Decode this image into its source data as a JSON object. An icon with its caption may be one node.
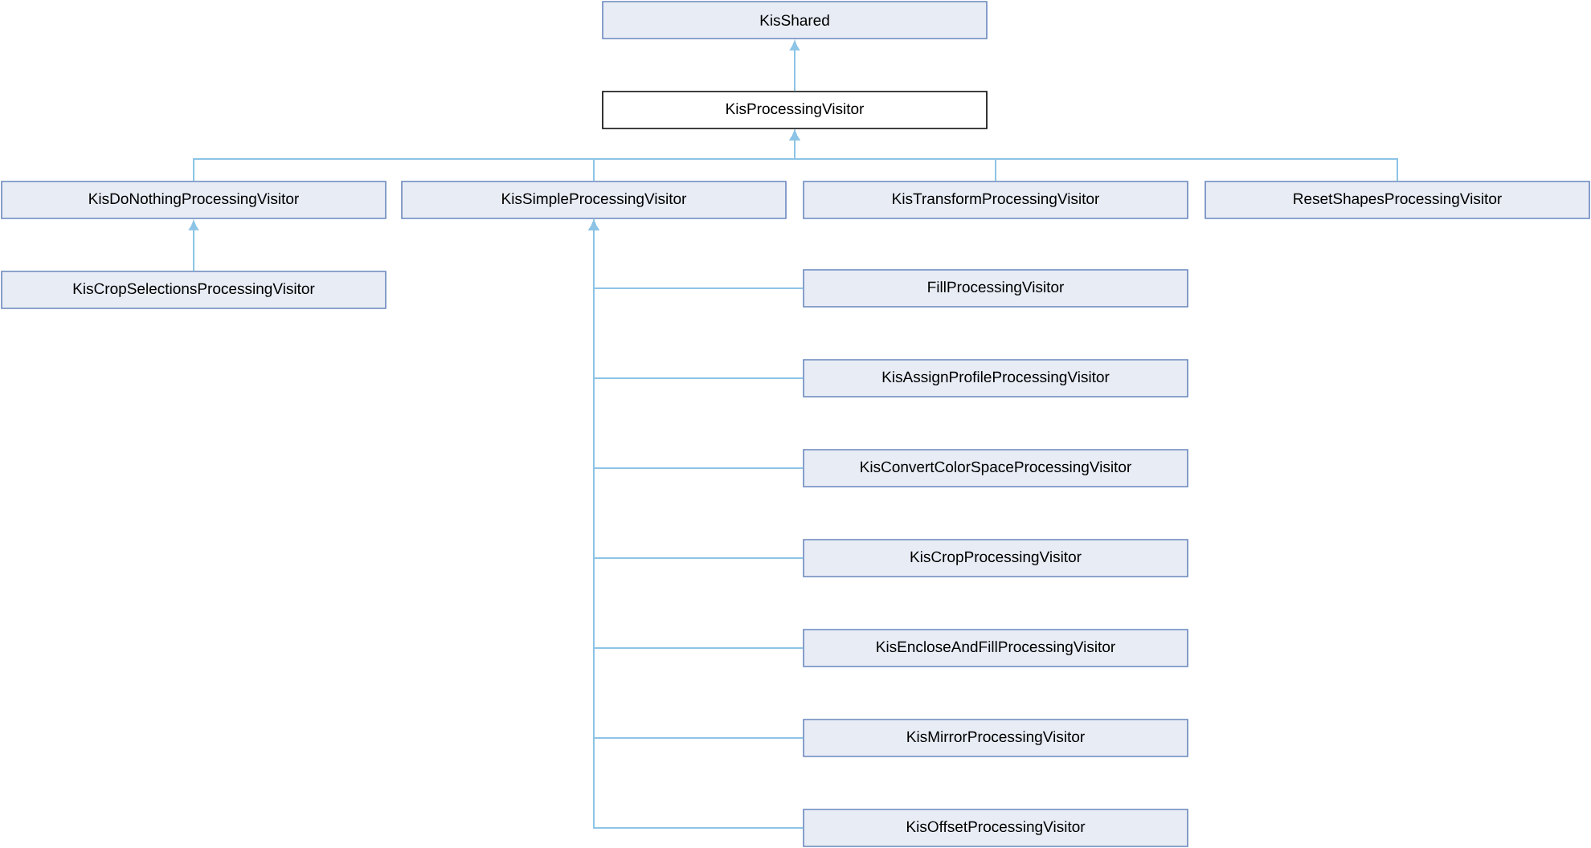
{
  "diagram": {
    "nodes": [
      {
        "text": [
          "KisShared"
        ]
      },
      {
        "text": [
          "KisProcessingVisitor"
        ]
      },
      {
        "text": [
          "KisDoNothingProcessingVisitor"
        ]
      },
      {
        "text": [
          "KisSimpleProcessingVisitor"
        ]
      },
      {
        "text": [
          "KisTransformProcessingVisitor"
        ]
      },
      {
        "text": [
          "ResetShapesProcessingVisitor"
        ]
      },
      {
        "text": [
          "KisCropSelectionsProcessingVisitor"
        ]
      },
      {
        "text": [
          "FillProcessingVisitor"
        ]
      },
      {
        "text": [
          "KisAssignProfileProcessingVisitor"
        ]
      },
      {
        "text": [
          "KisConvertColorSpaceProcessingVisitor"
        ]
      },
      {
        "text": [
          "KisCropProcessingVisitor"
        ]
      },
      {
        "text": [
          "KisEncloseAndFillProcessingVisitor"
        ]
      },
      {
        "text": [
          "KisMirrorProcessingVisitor"
        ]
      },
      {
        "text": [
          "KisOffsetProcessingVisitor"
        ]
      }
    ],
    "edges": [
      {
        "from": 1,
        "to": 0,
        "arrow": "to"
      },
      {
        "from": 2,
        "to": 1,
        "arrow": "to"
      },
      {
        "from": 3,
        "to": 1,
        "arrow": "to"
      },
      {
        "from": 4,
        "to": 1,
        "arrow": "to"
      },
      {
        "from": 5,
        "to": 1,
        "arrow": "to"
      },
      {
        "from": 6,
        "to": 2,
        "arrow": "to"
      },
      {
        "from": 7,
        "to": 3,
        "arrow": "to"
      },
      {
        "from": 8,
        "to": 3,
        "arrow": "to"
      },
      {
        "from": 9,
        "to": 3,
        "arrow": "to"
      },
      {
        "from": 10,
        "to": 3,
        "arrow": "to"
      },
      {
        "from": 11,
        "to": 3,
        "arrow": "to"
      },
      {
        "from": 12,
        "to": 3,
        "arrow": "to"
      },
      {
        "from": 13,
        "to": 3,
        "arrow": "to"
      }
    ]
  }
}
